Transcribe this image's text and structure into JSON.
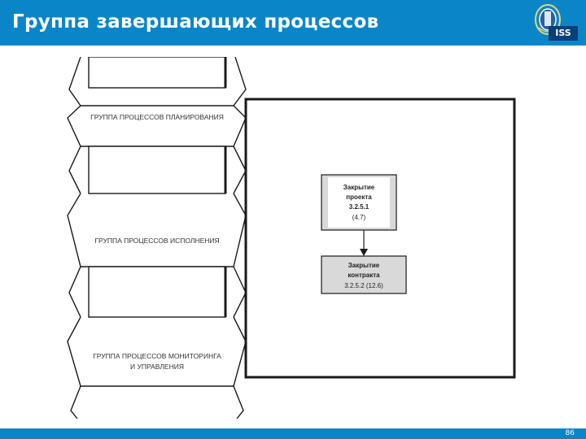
{
  "header": {
    "title": "Группа завершающих процессов",
    "logo_text": "ISS"
  },
  "diagram": {
    "groups": [
      {
        "line1": "ГРУППА ПРОЦЕССОВ ПЛАНИРОВАНИЯ",
        "line2": ""
      },
      {
        "line1": "ГРУППА ПРОЦЕССОВ ИСПОЛНЕНИЯ",
        "line2": ""
      },
      {
        "line1": "ГРУППА ПРОЦЕССОВ МОНИТОРИНГА",
        "line2": "И УПРАВЛЕНИЯ"
      }
    ],
    "processes": [
      {
        "lines": [
          "Закрытие",
          "проекта",
          "3.2.5.1",
          "(4.7)"
        ]
      },
      {
        "lines": [
          "Закрытие",
          "контракта",
          "3.2.5.2 (12.6)"
        ]
      }
    ]
  },
  "footer": {
    "page_number": "86"
  },
  "colors": {
    "header_bg": "#0a86c8",
    "box_fill": "#d9d9d9",
    "stroke": "#1a1a1a"
  }
}
